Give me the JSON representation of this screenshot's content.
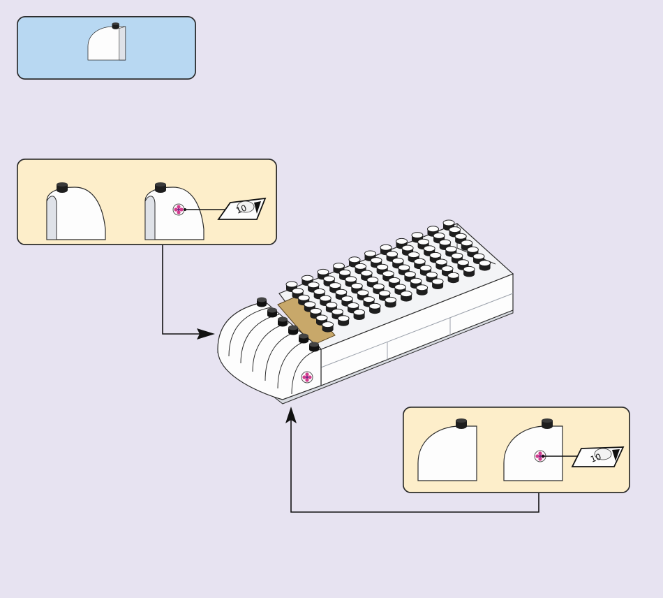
{
  "colors": {
    "background": "#e7e3f1",
    "parts_panel": "#b8d8f2",
    "subassembly_panel": "#fdeeca",
    "brick_white": "#fdfdfd",
    "brick_shade": "#d9dce2",
    "stud_black": "#1e1e1e",
    "tile_tan": "#c8a86a",
    "sticker_pink": "#d23c8e",
    "outline": "#2b2b2b"
  },
  "parts_list": {
    "items": [
      {
        "part": "curved-slope-1x2x2-white",
        "quantity_label": ""
      }
    ]
  },
  "subassembly_left": {
    "bricks": [
      {
        "part": "curved-slope-white",
        "sticker": false
      },
      {
        "part": "curved-slope-white",
        "sticker": true
      }
    ],
    "sticker_callout": {
      "number": "10"
    }
  },
  "subassembly_right": {
    "bricks": [
      {
        "part": "curved-slope-white",
        "sticker": false
      },
      {
        "part": "curved-slope-white",
        "sticker": true
      }
    ],
    "sticker_callout": {
      "number": "10"
    }
  },
  "main_model": {
    "name": "white-base-with-curved-front"
  }
}
